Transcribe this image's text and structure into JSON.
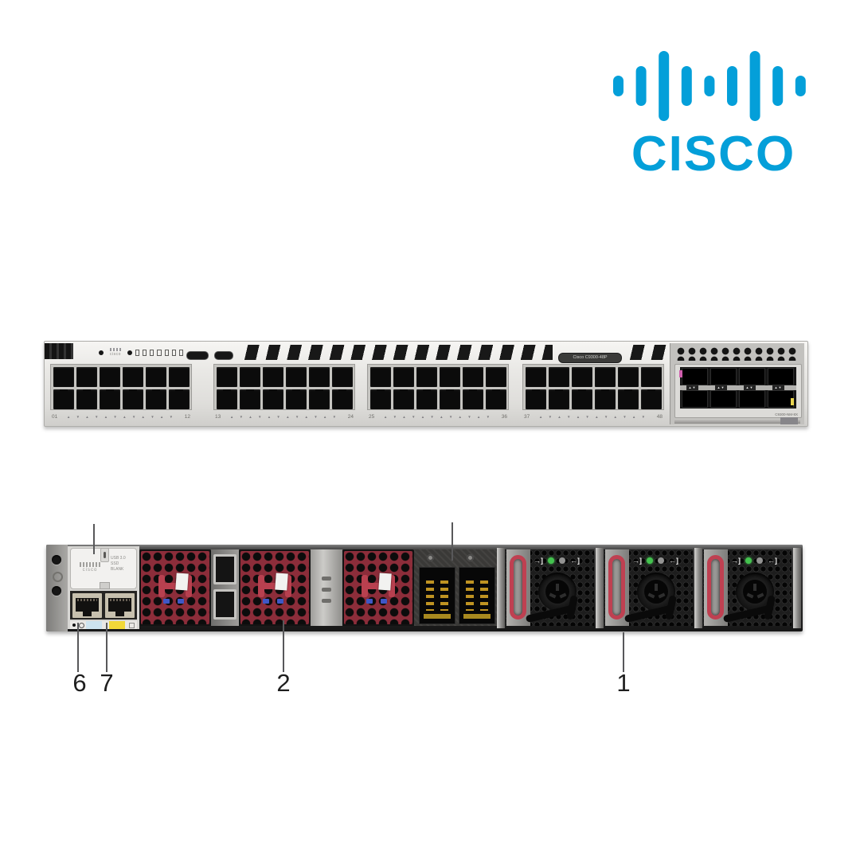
{
  "colors": {
    "cisco_blue": "#049fd9",
    "fan_maroon": "#8c2d3a",
    "psu_handle_red": "#bf4051",
    "sfp_tab_pink": "#d05fae",
    "sfp_tab_yellow": "#e8d44f",
    "mgmt_label_blue": "#cde3ef",
    "console_label_yellow": "#f2d838"
  },
  "logo": {
    "wordmark": "CISCO"
  },
  "front_panel": {
    "brand_micro": "cisco",
    "model_badge": "Cisco C9300-48P",
    "port_groups": [
      {
        "first": "01",
        "last": "12"
      },
      {
        "first": "13",
        "last": "24"
      },
      {
        "first": "25",
        "last": "36"
      },
      {
        "first": "37",
        "last": "48"
      }
    ],
    "uplink_module": {
      "label": "C9300-NM-8X",
      "sfp_ports": 8
    }
  },
  "rear_panel": {
    "ssd_cover": {
      "brand": "cisco",
      "line1": "USB 3.0",
      "line2": "SSD",
      "line3": "BLANK"
    },
    "fan_modules": 3,
    "power_supplies": 3,
    "psu_icons": {
      "input": "→]",
      "output": "←]"
    }
  },
  "callouts": [
    {
      "label": "6"
    },
    {
      "label": "7"
    },
    {
      "label": "2"
    },
    {
      "label": "1"
    }
  ]
}
